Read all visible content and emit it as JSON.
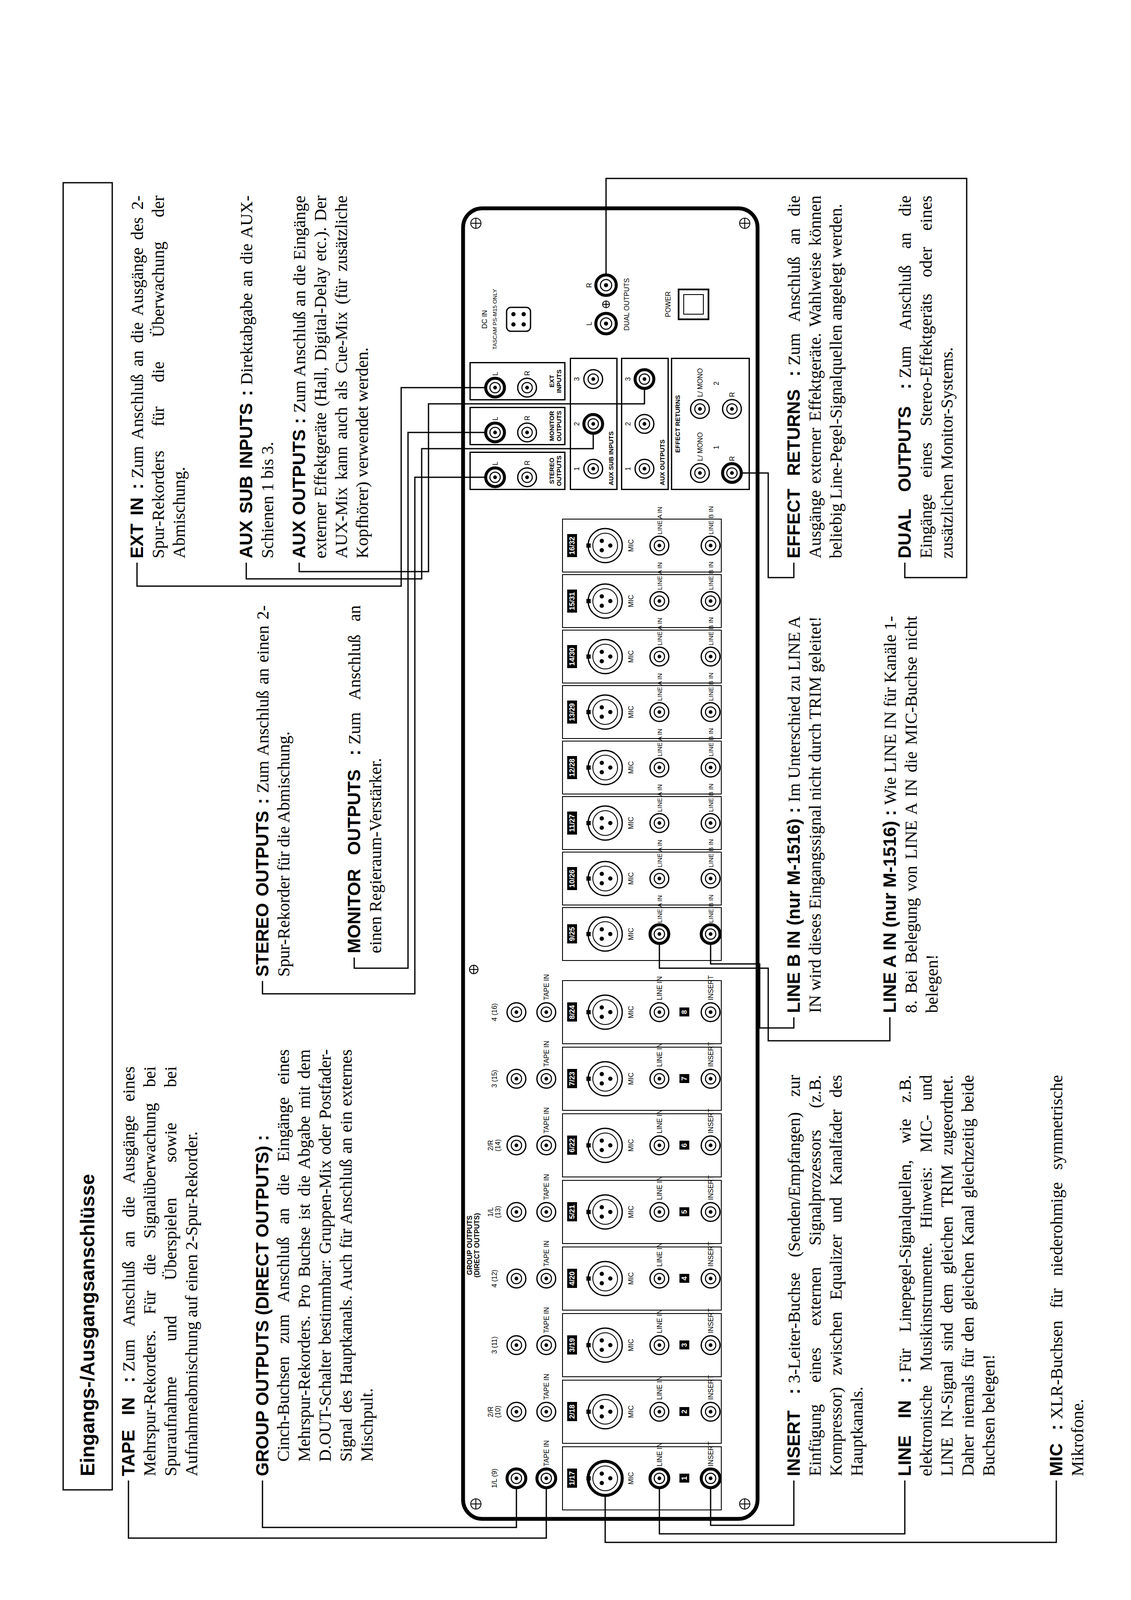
{
  "diagram": {
    "title": "Eingangs-/Ausgangsanschlüsse",
    "nodes": [
      {
        "text": [
          "STEREO OUTPUTS",
          "L",
          "R"
        ]
      },
      {
        "text": [
          "MONITOR OUTPUTS",
          "L",
          "R"
        ]
      },
      {
        "text": [
          "EXT INPUTS",
          "L",
          "R"
        ]
      },
      {
        "text": [
          "AUX SUB INPUTS",
          "1",
          "2",
          "3"
        ]
      },
      {
        "text": [
          "AUX OUTPUTS",
          "1",
          "2",
          "3"
        ]
      },
      {
        "text": [
          "EFFECT RETURNS",
          "L/ MONO",
          "L/ MONO",
          "R",
          "R",
          "1",
          "2"
        ]
      }
    ],
    "labels": [
      "TAPE IN :",
      "Zum Anschluß an die Ausgänge eines Mehrspur-Rekorders. Für die Signalüberwachung bei Spuraufnahme und Überspielen sowie bei Aufnahmeabmischung auf einen 2-Spur-Rekorder.",
      "GROUP OUTPUTS (DIRECT OUTPUTS) :",
      "Cinch-Buchsen zum Anschluß an die Eingänge eines Mehrspur-Rekorders. Pro Buchse ist die Abgabe mit dem D.OUT-Schalter bestimmbar: Gruppen-Mix oder Postfader-Signal des Hauptkanals. Auch für Anschluß an ein externes Mischpult.",
      "STEREO OUTPUTS :",
      "Zum Anschluß an einen 2-Spur-Rekorder für die Abmischung.",
      "MONITOR OUTPUTS :",
      "Zum Anschluß an einen Regieraum-Verstärker.",
      "EXT IN :",
      "Zum Anschluß an die Ausgänge des 2-Spur-Rekorders für die Überwachung der Abmischung.",
      "AUX SUB INPUTS :",
      "Direktabgabe an die AUX-Schienen 1 bis 3.",
      "AUX OUTPUTS :",
      "Zum Anschluß an die Eingänge externer Effektgeräte (Hall, Digital-Delay etc.). Der AUX-Mix kann auch als Cue-Mix (für zusätzliche Kopfhörer) verwendet werden.",
      "INSERT :",
      "3-Leiter-Buchse (Senden/Empfangen) zur Einfügung eines externen Signalprozessors (z.B. Kompressor) zwischen Equalizer und Kanalfader des Hauptkanals.",
      "LINE IN :",
      "Für Linepegel-Signalquellen, wie z.B. elektronische Musikinstrumente. Hinweis: MIC- und LINE IN-Signal sind dem gleichen TRIM zugeordnet. Daher niemals für den gleichen Kanal gleichzeitig beide Buchsen belegen!",
      "MIC :",
      "XLR-Buchsen für niederohmige symmetrische Mikrofone.",
      "LINE B IN (nur M-1516) :",
      "Im Unterschied zu LINE A IN wird dieses Eingangssignal nicht durch TRIM geleitet!",
      "LINE A IN (nur M-1516) :",
      "Wie LINE IN für Kanäle 1-8. Bei Belegung von LINE A IN die MIC-Buchse nicht belegen!",
      "EFFECT RETURNS :",
      "Zum Anschluß an die Ausgänge externer Effektgeräte. Wahlweise können beliebig Line-Pegel-Signalquellen angelegt werden.",
      "DUAL OUTPUTS :",
      "Zum Anschluß an die Eingänge eines Stereo-Effektgeräts oder eines zusätzlichen Monitor-Systems.",
      "GROUP OUTPUTS (DIRECT OUTPUTS)",
      "1/L (9)",
      "TAPE IN",
      "1/17",
      "MIC",
      "LINE IN",
      "1",
      "INSERT",
      "2/R (10)",
      "TAPE IN",
      "2/18",
      "MIC",
      "LINE IN",
      "2",
      "INSERT",
      "3 (11)",
      "TAPE IN",
      "3/19",
      "MIC",
      "LINE IN",
      "3",
      "INSERT",
      "4 (12)",
      "TAPE IN",
      "4/20",
      "MIC",
      "LINE IN",
      "4",
      "INSERT",
      "1/L (13)",
      "TAPE IN",
      "5/21",
      "MIC",
      "LINE IN",
      "5",
      "INSERT",
      "2/R (14)",
      "TAPE IN",
      "6/22",
      "MIC",
      "LINE IN",
      "6",
      "INSERT",
      "3 (15)",
      "TAPE IN",
      "7/23",
      "MIC",
      "LINE IN",
      "7",
      "INSERT",
      "4 (16)",
      "TAPE IN",
      "8/24",
      "MIC",
      "LINE IN",
      "8",
      "INSERT",
      "9/25",
      "MIC",
      "LINE A IN",
      "LINE B IN",
      "10/26",
      "MIC",
      "LINE A IN",
      "LINE B IN",
      "11/27",
      "MIC",
      "LINE A IN",
      "LINE B IN",
      "12/28",
      "MIC",
      "LINE A IN",
      "LINE B IN",
      "13/29",
      "MIC",
      "LINE A IN",
      "LINE B IN",
      "14/30",
      "MIC",
      "LINE A IN",
      "LINE B IN",
      "15/31",
      "MIC",
      "LINE A IN",
      "LINE B IN",
      "16/32",
      "MIC",
      "LINE A IN",
      "LINE B IN",
      "DC IN",
      "TASCAM PS-M15 ONLY",
      "L",
      "R",
      "DUAL OUTPUTS",
      "POWER"
    ]
  }
}
